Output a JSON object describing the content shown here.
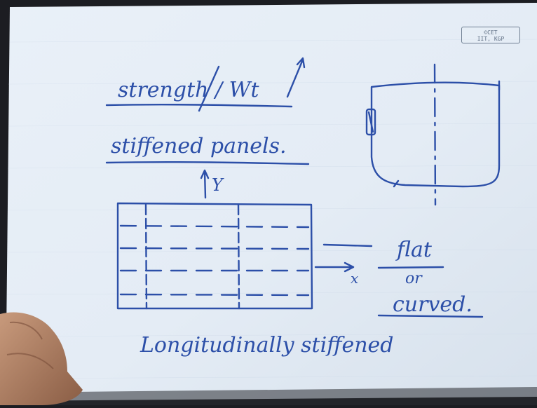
{
  "photo": {
    "subject": "handwritten lecture notes on paper",
    "ink_color": "#2c4fa8",
    "paper_color": "#e7eef6",
    "background_color": "#1c1d22",
    "logo_lines": [
      "©CET",
      "IIT, KGP"
    ]
  },
  "notes": {
    "heading": "strength / Wt",
    "subheading": "stiffened panels.",
    "axis_y": "Y",
    "axis_x": "x",
    "option_1": "flat",
    "option_connector": "or",
    "option_2": "curved.",
    "caption": "Longitudinally stiffened"
  }
}
